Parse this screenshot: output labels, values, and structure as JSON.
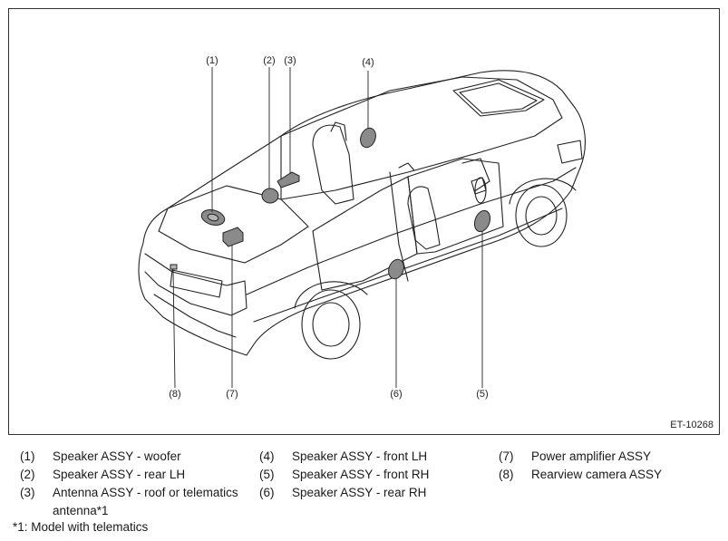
{
  "figure": {
    "code": "ET-10268",
    "callouts": [
      "(1)",
      "(2)",
      "(3)",
      "(4)",
      "(5)",
      "(6)",
      "(7)",
      "(8)"
    ]
  },
  "legend": {
    "col1": [
      {
        "num": "(1)",
        "text": "Speaker ASSY - woofer"
      },
      {
        "num": "(2)",
        "text": "Speaker ASSY - rear LH"
      },
      {
        "num": "(3)",
        "text": "Antenna ASSY - roof or telematics antenna*1"
      }
    ],
    "col2": [
      {
        "num": "(4)",
        "text": "Speaker ASSY - front LH"
      },
      {
        "num": "(5)",
        "text": "Speaker ASSY - front RH"
      },
      {
        "num": "(6)",
        "text": "Speaker ASSY - rear RH"
      }
    ],
    "col3": [
      {
        "num": "(7)",
        "text": "Power amplifier ASSY"
      },
      {
        "num": "(8)",
        "text": "Rearview camera ASSY"
      }
    ]
  },
  "footnote": "*1: Model with telematics",
  "colors": {
    "line": "#222222",
    "part_fill": "#8a8a8a",
    "part_fill_light": "#b5b5b5"
  }
}
